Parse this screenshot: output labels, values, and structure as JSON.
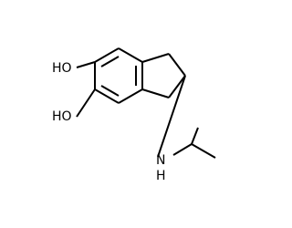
{
  "molecule": {
    "labels": {
      "hydroxyl_top": "HO",
      "hydroxyl_bottom": "HO",
      "amine": "N",
      "amine_hydrogen": "H"
    },
    "colors": {
      "bond": "#000000",
      "label": "#000000",
      "background": "#ffffff"
    }
  }
}
